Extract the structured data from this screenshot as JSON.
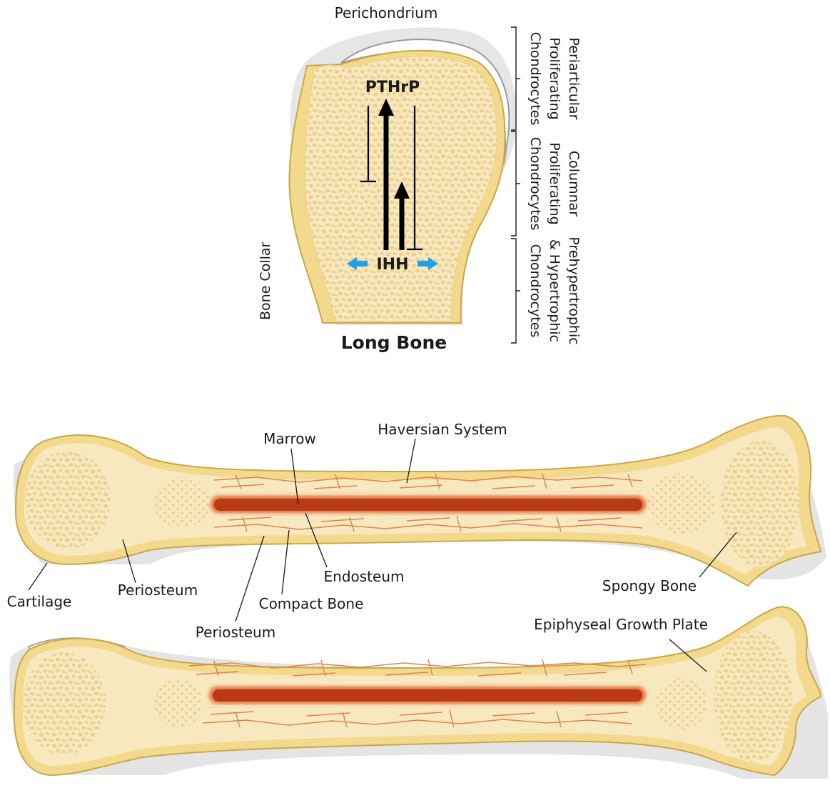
{
  "top_diagram": {
    "title": "Long Bone",
    "perichondrium_label": "Perichondrium",
    "bone_collar_label": "Bone Collar",
    "pthrp_label": "PTHrP",
    "ihh_label": "IHH",
    "zones": [
      {
        "line1": "Periarticular",
        "line2": "Proliferating",
        "line3": "Chondrocytes"
      },
      {
        "line1": "Columnar",
        "line2": "Proliferating",
        "line3": "Chondrocytes"
      },
      {
        "line1": "Prehypertrophic",
        "line2": "& Hypertrophic",
        "line3": "Chondrocytes"
      }
    ]
  },
  "bottom_diagram": {
    "labels": {
      "marrow": "Marrow",
      "haversian": "Haversian System",
      "endosteum": "Endosteum",
      "cartilage": "Cartilage",
      "periosteum_left": "Periosteum",
      "compact_bone": "Compact Bone",
      "periosteum_bottom": "Periosteum",
      "spongy_bone": "Spongy Bone",
      "growth_plate": "Epiphyseal Growth Plate"
    }
  },
  "colors": {
    "bone_fill": "#f8e8c0",
    "bone_edge": "#e2c27a",
    "spongy_dot": "#ecd08e",
    "marrow_dark": "#b83a14",
    "marrow_light": "#e26a3a",
    "haversian": "#e0814c",
    "cartilage": "#e9e9e9",
    "arrow_blue": "#1ba3e8"
  }
}
